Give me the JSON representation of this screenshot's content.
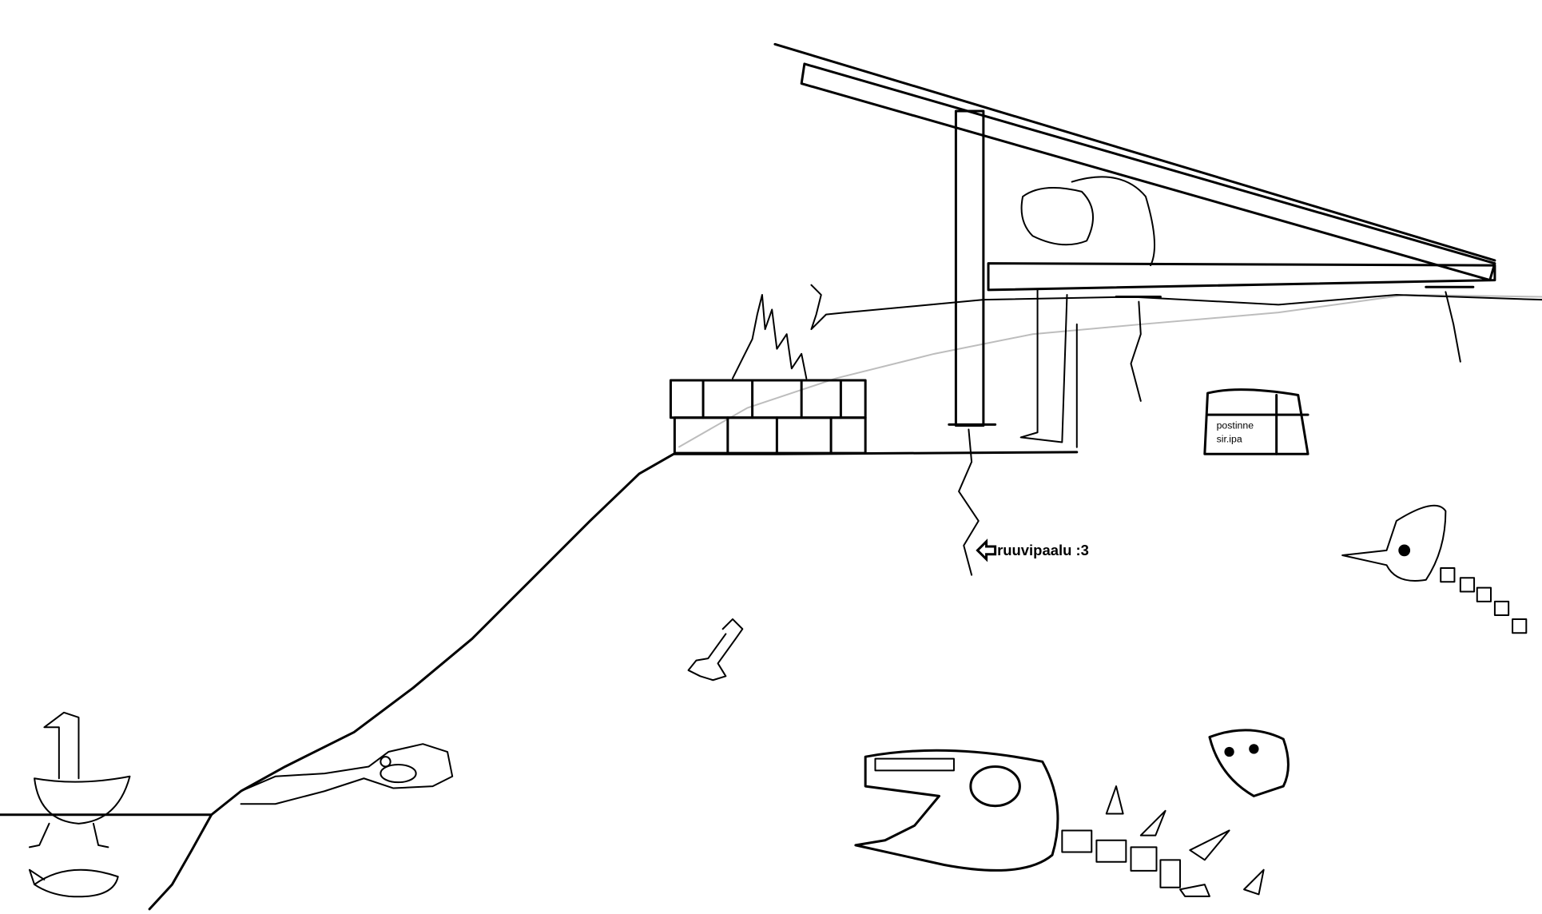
{
  "labels": {
    "screw_pile": "ruuvipaalu :3",
    "mailbox_line1": "postinne",
    "mailbox_line2": "sir.ipa"
  },
  "colors": {
    "ink": "#000000",
    "background": "#ffffff",
    "guide_line": "#bdbdbd"
  }
}
